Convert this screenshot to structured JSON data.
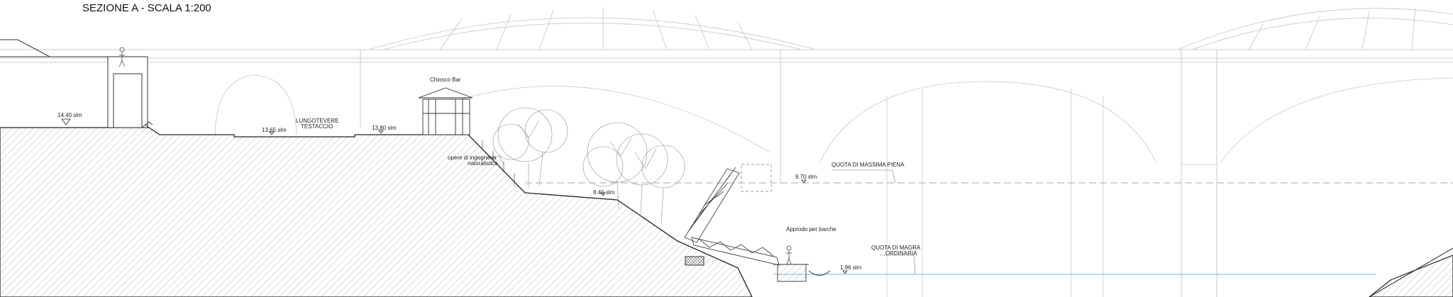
{
  "title": "SEZIONE A - SCALA 1:200",
  "labels": {
    "elev_left": "14.40 slm",
    "elev_road": "13.65 slm",
    "road_line1": "LUNGOTEVERE",
    "road_line2": "TESTACCIO",
    "elev_kiosk": "13.80 slm",
    "kiosk": "Chiosco Bar",
    "eng_line1": "opere di ingegneria",
    "eng_line2": "naturalistica",
    "elev_bank": "8.40 slm",
    "elev_flood": "9.70 slm",
    "flood": "QUOTA DI MASSIMA PIENA",
    "dock": "Approdo per barche",
    "low_line1": "QUOTA DI MAGRA",
    "low_line2": "ORDINARIA",
    "elev_low": "1.96 slm"
  },
  "colors": {
    "line": "#222222",
    "thin": "#9a9a9a",
    "hatch": "#8a8a8a",
    "water": "#7fb6d6"
  }
}
